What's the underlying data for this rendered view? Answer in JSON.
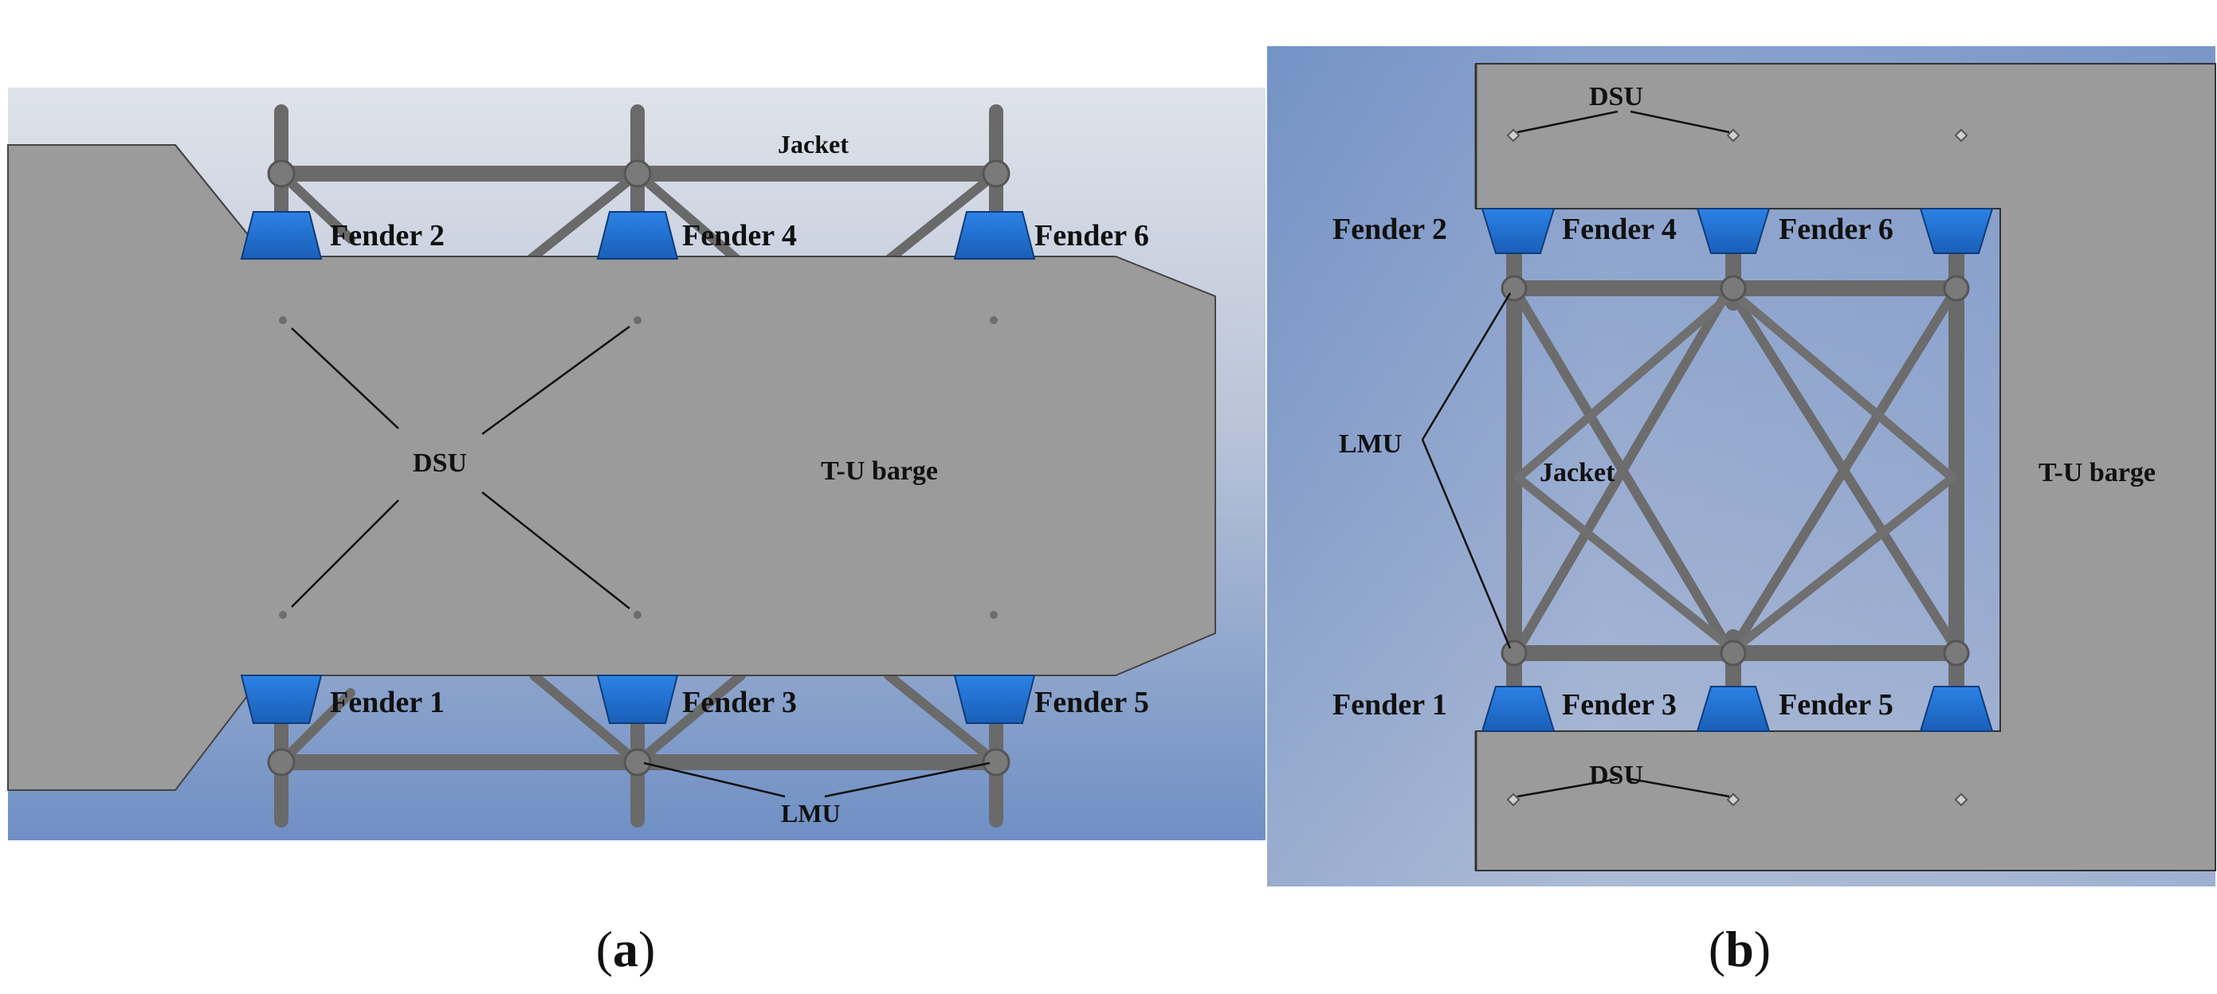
{
  "colors": {
    "sky_dark": "#6f8fc4",
    "sky_light": "#d9dde6",
    "barge": "#9b9b9b",
    "barge_edge": "#3a3a3a",
    "jacket": "#6d6d6d",
    "jacket_light": "#8a8a8a",
    "fender": "#1f6fd1",
    "fender_edge": "#0d3c7a",
    "leader": "#111111"
  },
  "panel_a": {
    "caption_open": "(",
    "caption_letter": "a",
    "caption_close": ")",
    "labels": {
      "jacket": "Jacket",
      "fender_1": "Fender 1",
      "fender_2": "Fender 2",
      "fender_3": "Fender 3",
      "fender_4": "Fender 4",
      "fender_5": "Fender 5",
      "fender_6": "Fender 6",
      "dsu": "DSU",
      "barge": "T-U barge",
      "lmu": "LMU"
    }
  },
  "panel_b": {
    "caption_open": "(",
    "caption_letter": "b",
    "caption_close": ")",
    "labels": {
      "dsu_top": "DSU",
      "dsu_bottom": "DSU",
      "fender_1": "Fender 1",
      "fender_2": "Fender 2",
      "fender_3": "Fender 3",
      "fender_4": "Fender 4",
      "fender_5": "Fender 5",
      "fender_6": "Fender 6",
      "lmu": "LMU",
      "jacket": "Jacket",
      "barge": "T-U barge"
    }
  }
}
